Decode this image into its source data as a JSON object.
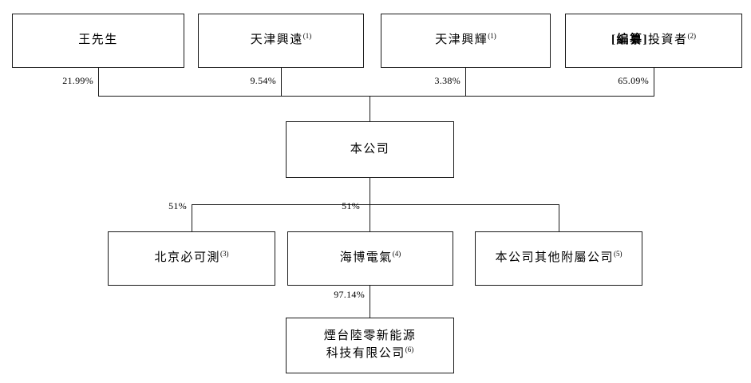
{
  "diagram": {
    "type": "org-shareholding-structure",
    "nodes": {
      "wang": {
        "label": "王先生",
        "ownership": "21.99%"
      },
      "tianjin_xingyuan": {
        "label": "天津興遠",
        "note": "(1)",
        "ownership": "9.54%"
      },
      "tianjin_xinghui": {
        "label": "天津興輝",
        "note": "(1)",
        "ownership": "3.38%"
      },
      "investors": {
        "label_bold": "[編纂]",
        "label": "投資者",
        "note": "(2)",
        "ownership": "65.09%"
      },
      "company": {
        "label": "本公司"
      },
      "beijing_bikece": {
        "label": "北京必可測",
        "note": "(3)",
        "ownership": "51%"
      },
      "haibo_electric": {
        "label": "海博電氣",
        "note": "(4)",
        "ownership": "51%"
      },
      "other_subsidiaries": {
        "label": "本公司其他附屬公司",
        "note": "(5)"
      },
      "yantai_luling": {
        "line1": "煙台陸零新能源",
        "line2": "科技有限公司",
        "note": "(6)",
        "ownership": "97.14%"
      }
    },
    "edges": [
      {
        "from": "wang",
        "to": "company",
        "label": "21.99%"
      },
      {
        "from": "tianjin_xingyuan",
        "to": "company",
        "label": "9.54%"
      },
      {
        "from": "tianjin_xinghui",
        "to": "company",
        "label": "3.38%"
      },
      {
        "from": "investors",
        "to": "company",
        "label": "65.09%"
      },
      {
        "from": "company",
        "to": "beijing_bikece",
        "label": "51%"
      },
      {
        "from": "company",
        "to": "haibo_electric",
        "label": "51%"
      },
      {
        "from": "company",
        "to": "other_subsidiaries",
        "label": ""
      },
      {
        "from": "haibo_electric",
        "to": "yantai_luling",
        "label": "97.14%"
      }
    ],
    "colors": {
      "line": "#1a1a1a",
      "box_border": "#1a1a1a",
      "background": "#ffffff"
    }
  }
}
